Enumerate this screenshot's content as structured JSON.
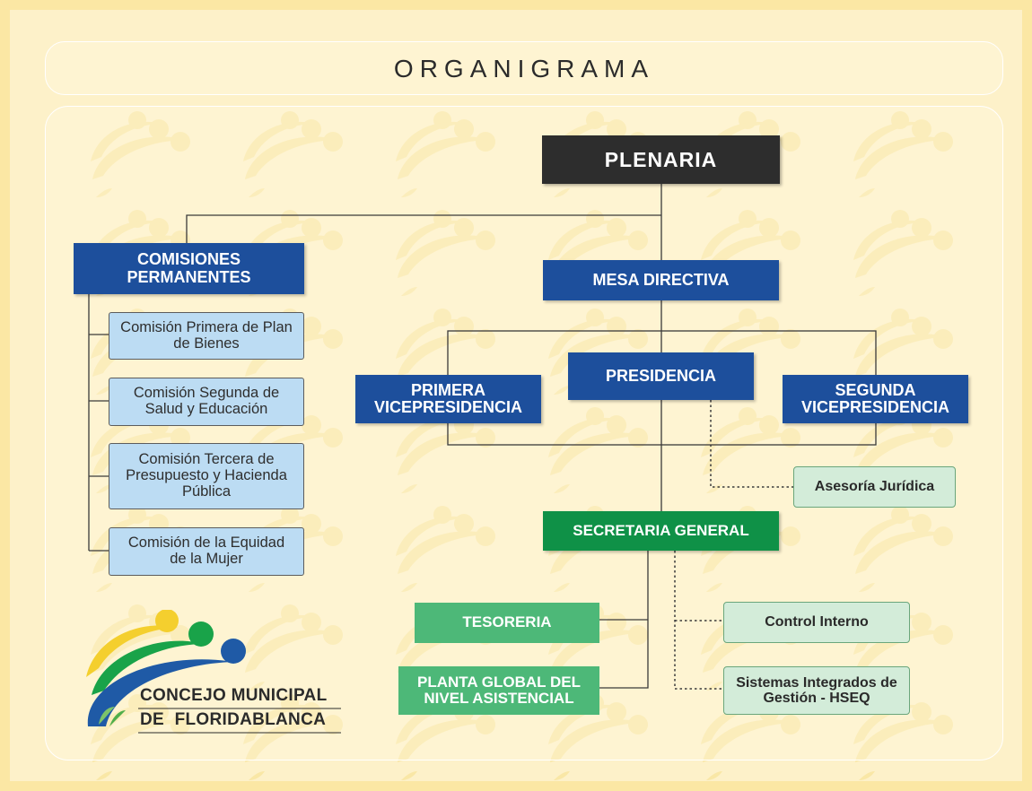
{
  "title": "ORGANIGRAMA",
  "nodes": {
    "plenaria": "PLENARIA",
    "comisiones_permanentes": "COMISIONES PERMANENTES",
    "mesa_directiva": "MESA DIRECTIVA",
    "presidencia": "PRESIDENCIA",
    "primera_vicepresidencia": "PRIMERA VICEPRESIDENCIA",
    "segunda_vicepresidencia": "SEGUNDA VICEPRESIDENCIA",
    "asesoria_juridica": "Asesoría Jurídica",
    "secretaria_general": "SECRETARIA GENERAL",
    "tesoreria": "TESORERIA",
    "planta_global": "PLANTA GLOBAL DEL NIVEL ASISTENCIAL",
    "control_interno": "Control Interno",
    "sistemas_integrados": "Sistemas Integrados de Gestión - HSEQ"
  },
  "comisiones": [
    "Comisión Primera de Plan de Bienes",
    "Comisión Segunda de Salud y Educación",
    "Comisión Tercera de Presupuesto y Hacienda Pública",
    "Comisión de la Equidad de la Mujer"
  ],
  "logo": {
    "line1": "CONCEJO MUNICIPAL",
    "line2": "DE FLORIDABLANCA"
  },
  "colors": {
    "background": "#fbe7a4",
    "dark_box": "#2d2d2d",
    "blue_box": "#1d4f9c",
    "light_blue_box": "#bcdcf3",
    "dark_green_box": "#0f9147",
    "mid_green_box": "#4db878",
    "pale_green_box": "#d3ecd9"
  }
}
